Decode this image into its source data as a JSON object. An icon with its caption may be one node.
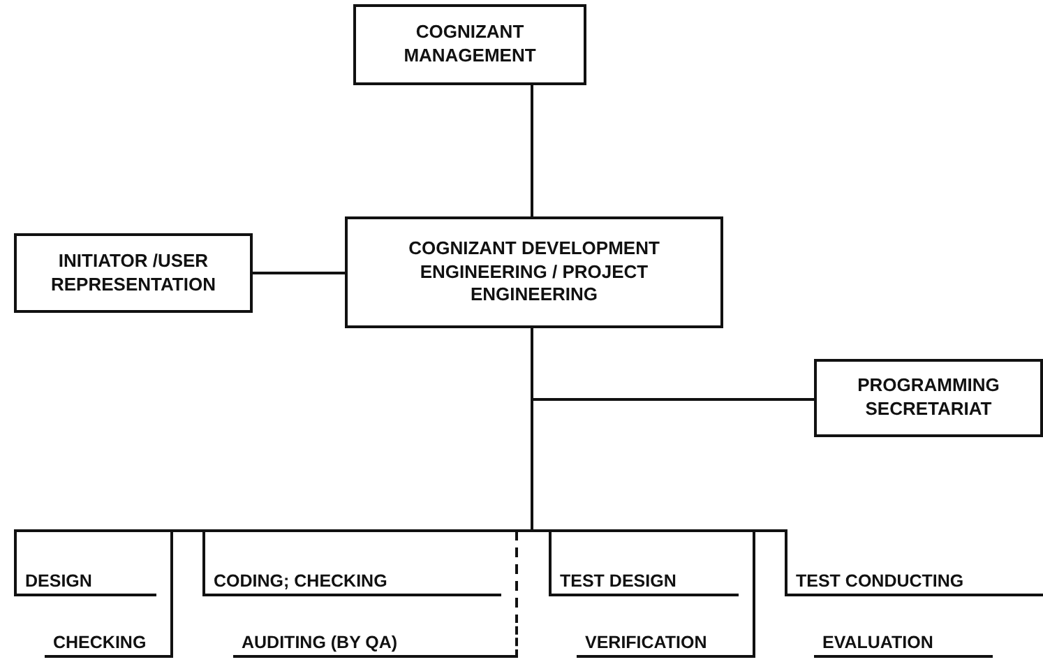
{
  "diagram": {
    "nodes": [
      {
        "text": [
          "COGNIZANT MANAGEMENT"
        ]
      },
      {
        "text": [
          "COGNIZANT DEVELOPMENT ENGINEERING / PROJECT ENGINEERING"
        ]
      },
      {
        "text": [
          "INITIATOR /USER REPRESENTATION"
        ]
      },
      {
        "text": [
          "PROGRAMMING SECRETARIAT"
        ]
      },
      {
        "text": [
          "DESIGN"
        ]
      },
      {
        "text": [
          "CHECKING"
        ]
      },
      {
        "text": [
          "CODING; CHECKING"
        ]
      },
      {
        "text": [
          "AUDITING (BY QA)"
        ]
      },
      {
        "text": [
          "TEST DESIGN"
        ]
      },
      {
        "text": [
          "VERIFICATION"
        ]
      },
      {
        "text": [
          "TEST CONDUCTING"
        ]
      },
      {
        "text": [
          "EVALUATION"
        ]
      }
    ],
    "edges": [
      {
        "from": 0,
        "to": 1,
        "arrow": "none"
      },
      {
        "from": 1,
        "to": 2,
        "arrow": "none"
      },
      {
        "from": 1,
        "to": 3,
        "arrow": "none"
      },
      {
        "from": 1,
        "to": 4,
        "arrow": "none"
      },
      {
        "from": 1,
        "to": 5,
        "arrow": "none"
      },
      {
        "from": 1,
        "to": 6,
        "arrow": "none"
      },
      {
        "from": 1,
        "to": 7,
        "arrow": "none",
        "style": "dashed"
      },
      {
        "from": 1,
        "to": 8,
        "arrow": "none"
      },
      {
        "from": 1,
        "to": 9,
        "arrow": "none"
      },
      {
        "from": 1,
        "to": 10,
        "arrow": "none"
      }
    ]
  }
}
